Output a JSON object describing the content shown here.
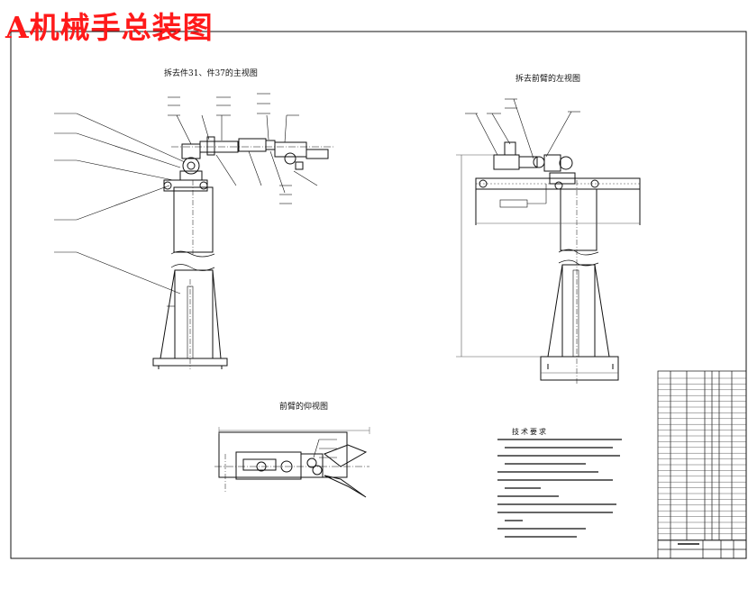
{
  "title_stamp": "A机械手总装图",
  "views": {
    "front": "拆去件31、件37的主视图",
    "left": "拆去前臂的左视图",
    "bottom": "前臂的仰视图"
  },
  "notes": {
    "heading": "技术要求"
  },
  "colors": {
    "stamp": "#ff1a1a",
    "line": "#111111",
    "dim": "#555555"
  }
}
